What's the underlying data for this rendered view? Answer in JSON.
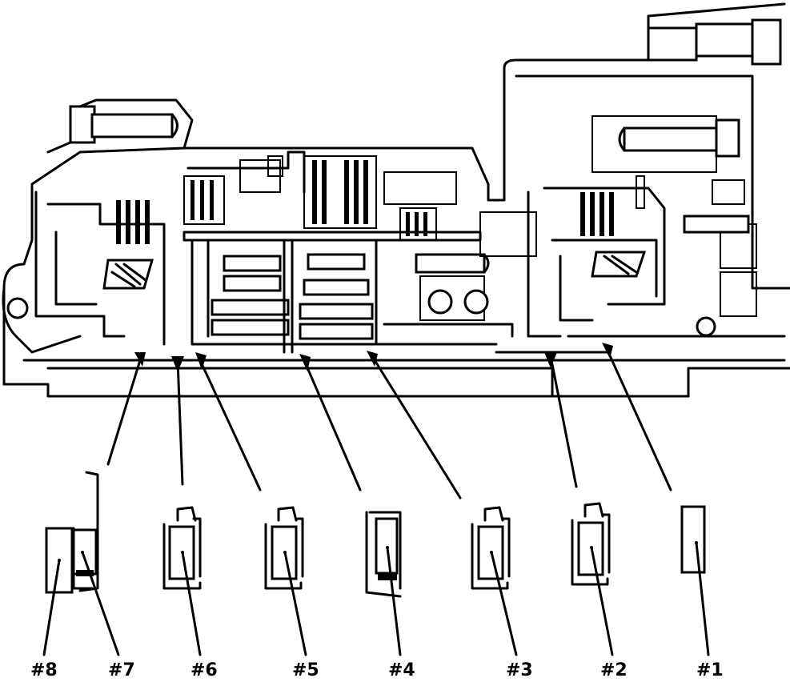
{
  "figure": {
    "labels": [
      {
        "id": "8",
        "text": "#8"
      },
      {
        "id": "7",
        "text": "#7"
      },
      {
        "id": "6",
        "text": "#6"
      },
      {
        "id": "5",
        "text": "#5"
      },
      {
        "id": "4",
        "text": "#4"
      },
      {
        "id": "3",
        "text": "#3"
      },
      {
        "id": "2",
        "text": "#2"
      },
      {
        "id": "1",
        "text": "#1"
      }
    ]
  }
}
